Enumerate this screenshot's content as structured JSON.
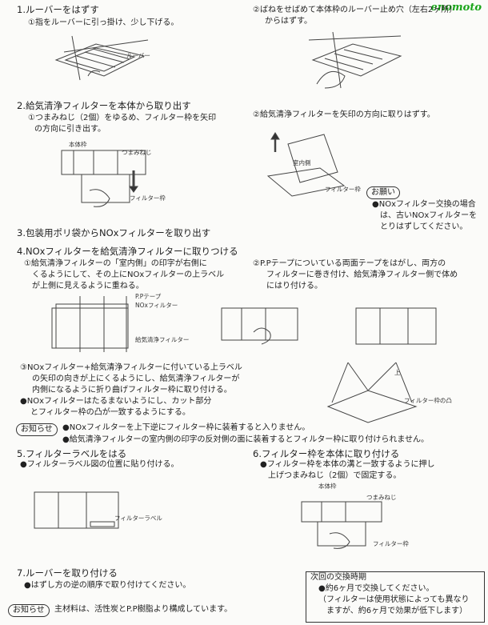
{
  "watermark": "enomoto",
  "s1": {
    "title": "1.ルーバーをはずす",
    "step1": "①指をルーバーに引っ掛け、少し下げる。",
    "lbl_louver": "ルーバー"
  },
  "s1r": {
    "step2a": "②ばねをせばめて本体枠のルーバー止め穴（左右2ヶ所）",
    "step2b": "からはずす。"
  },
  "s2": {
    "title": "2.給気清浄フィルターを本体から取り出す",
    "step1a": "①つまみねじ（2個）をゆるめ、フィルター枠を矢印",
    "step1b": "の方向に引き出す。",
    "lbl_body": "本体枠",
    "lbl_knob": "つまみねじ",
    "lbl_frame": "フィルター枠"
  },
  "s2r": {
    "step2": "②給気清浄フィルターを矢印の方向に取りはずす。",
    "lbl_inside": "室内側",
    "lbl_frame": "フィルター枠",
    "request": "お願い",
    "note1": "●NOxフィルター交換の場合",
    "note2": "は、古いNOxフィルターを",
    "note3": "とりはずしてください。"
  },
  "s3": {
    "title": "3.包装用ポリ袋からNOxフィルターを取り出す"
  },
  "s4": {
    "title": "4.NOxフィルターを給気清浄フィルターに取りつける",
    "step1a": "①給気清浄フィルターの「室内側」の印字が右側に",
    "step1b": "くるようにして、その上にNOxフィルターの上ラベル",
    "step1c": "が上側に見えるように重ねる。",
    "lbl_pp": "P.Pテープ",
    "lbl_nox": "NOxフィルター",
    "lbl_filter": "給気清浄フィルター",
    "step2a": "②P.Pテープについている両面テープをはがし、両方の",
    "step2b": "フィルターに巻き付け、給気清浄フィルター側で体め",
    "step2c": "にはり付ける。",
    "step3a": "③NOxフィルター+給気清浄フィルターに付いている上ラベル",
    "step3b": "の矢印の向きが上にくるようにし、給気清浄フィルターが",
    "step3c": "内側になるように折り曲げフィルター枠に取り付ける。",
    "bullet1": "●NOxフィルターはたるまないようにし、カット部分",
    "bullet1b": "とフィルター枠の凸が一致するようにする。",
    "lbl_up": "上",
    "lbl_bump": "フィルター枠の凸"
  },
  "notice": {
    "label": "お知らせ",
    "n1": "●NOxフィルターを上下逆にフィルター枠に装着すると入りません。",
    "n2": "●給気清浄フィルターの室内側の印字の反対側の面に装着するとフィルター枠に取り付けられません。"
  },
  "s5": {
    "title": "5.フィルターラベルをはる",
    "step": "●フィルターラベル図の位置に貼り付ける。",
    "lbl_label": "フィルターラベル"
  },
  "s6": {
    "title": "6.フィルター枠を本体に取り付ける",
    "step_a": "●フィルター枠を本体の溝と一致するように押し",
    "step_b": "上げつまみねじ（2個）で固定する。",
    "lbl_body": "本体枠",
    "lbl_knob": "つまみねじ",
    "lbl_frame": "フィルター枠"
  },
  "s7": {
    "title": "7.ルーバーを取り付ける",
    "step": "●はずし方の逆の順序で取り付けてください。"
  },
  "footer": {
    "label": "お知らせ",
    "text": "主材料は、活性炭とP.P樹脂より構成しています。"
  },
  "next": {
    "title": "次回の交換時期",
    "l1": "●約6ヶ月で交換してください。",
    "l2": "（フィルターは使用状態によっても異なり",
    "l3": "ますが、約6ヶ月で効果が低下します）"
  }
}
